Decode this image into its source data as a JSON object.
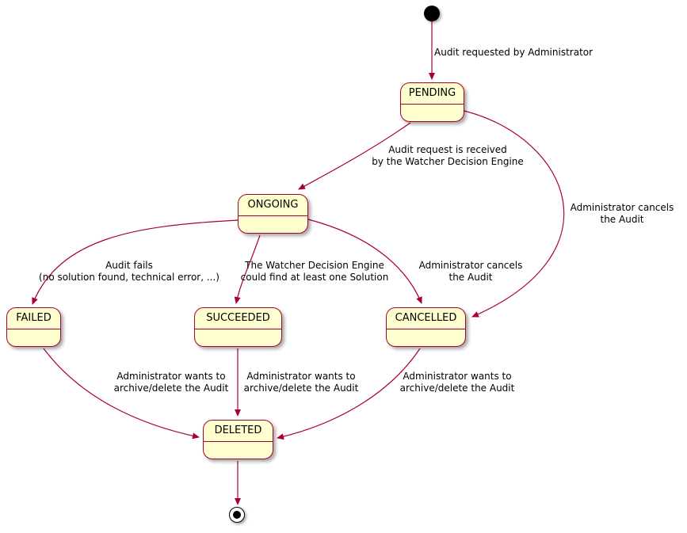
{
  "diagram": {
    "type": "state-diagram",
    "colors": {
      "state_fill": "#FEFECE",
      "state_border": "#A80036",
      "arrow": "#A80036",
      "text": "#000000",
      "background": "#FFFFFF"
    },
    "states": {
      "pending": {
        "label": "PENDING"
      },
      "ongoing": {
        "label": "ONGOING"
      },
      "failed": {
        "label": "FAILED"
      },
      "succeeded": {
        "label": "SUCCEEDED"
      },
      "cancelled": {
        "label": "CANCELLED"
      },
      "deleted": {
        "label": "DELETED"
      }
    },
    "transitions": {
      "initial_to_pending": {
        "from": "initial",
        "to": "PENDING",
        "label": "Audit requested by Administrator"
      },
      "pending_to_ongoing": {
        "from": "PENDING",
        "to": "ONGOING",
        "label": "Audit request is received\nby the Watcher Decision Engine"
      },
      "pending_to_cancelled": {
        "from": "PENDING",
        "to": "CANCELLED",
        "label": "Administrator cancels\nthe Audit"
      },
      "ongoing_to_failed": {
        "from": "ONGOING",
        "to": "FAILED",
        "label": "Audit fails\n(no solution found, technical error, ...)"
      },
      "ongoing_to_succeeded": {
        "from": "ONGOING",
        "to": "SUCCEEDED",
        "label": "The Watcher Decision Engine\ncould find at least one Solution"
      },
      "ongoing_to_cancelled": {
        "from": "ONGOING",
        "to": "CANCELLED",
        "label": "Administrator cancels\nthe Audit"
      },
      "failed_to_deleted": {
        "from": "FAILED",
        "to": "DELETED",
        "label": "Administrator wants to\narchive/delete the Audit"
      },
      "succeeded_to_deleted": {
        "from": "SUCCEEDED",
        "to": "DELETED",
        "label": "Administrator wants to\narchive/delete the Audit"
      },
      "cancelled_to_deleted": {
        "from": "CANCELLED",
        "to": "DELETED",
        "label": "Administrator wants to\narchive/delete the Audit"
      },
      "deleted_to_final": {
        "from": "DELETED",
        "to": "final",
        "label": ""
      }
    }
  }
}
